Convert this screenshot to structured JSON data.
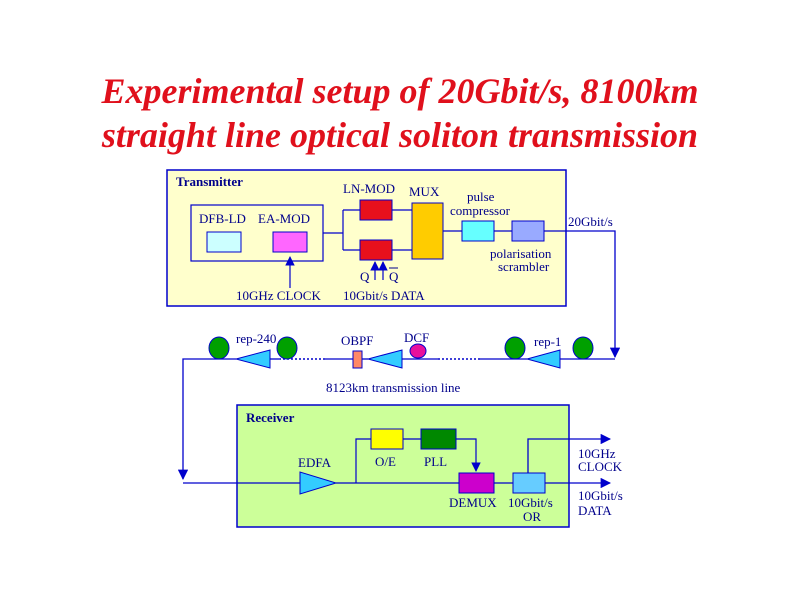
{
  "title": {
    "line1": "Experimental setup of 20Gbit/s, 8100km",
    "line2": "straight line optical soliton transmission"
  },
  "colors": {
    "title": "#e0101c",
    "text": "#00008b",
    "line": "#0000cc",
    "transmitter_bg": "#ffffcc",
    "receiver_bg": "#ccff99",
    "amplifier": "#33ccff",
    "coil": "#00a000"
  },
  "transmitter": {
    "heading": "Transmitter",
    "dfb_ld": "DFB-LD",
    "ea_mod": "EA-MOD",
    "ln_mod": "LN-MOD",
    "mux": "MUX",
    "pulse_compressor_1": "pulse",
    "pulse_compressor_2": "compressor",
    "polarisation_scrambler_1": "polarisation",
    "polarisation_scrambler_2": "scrambler",
    "q1": "Q",
    "q2": "Q",
    "clock_label": "10GHz CLOCK",
    "data_label": "10Gbit/s DATA",
    "output_rate": "20Gbit/s"
  },
  "line": {
    "rep_last": "rep-240",
    "rep_first": "rep-1",
    "obpf": "OBPF",
    "dcf": "DCF",
    "length": "8123km transmission line"
  },
  "receiver": {
    "heading": "Receiver",
    "edfa": "EDFA",
    "oe": "O/E",
    "pll": "PLL",
    "demux": "DEMUX",
    "or_1": "10Gbit/s",
    "or_2": "OR",
    "clock_out_1": "10GHz",
    "clock_out_2": "CLOCK",
    "data_out_1": "10Gbit/s",
    "data_out_2": "DATA"
  }
}
